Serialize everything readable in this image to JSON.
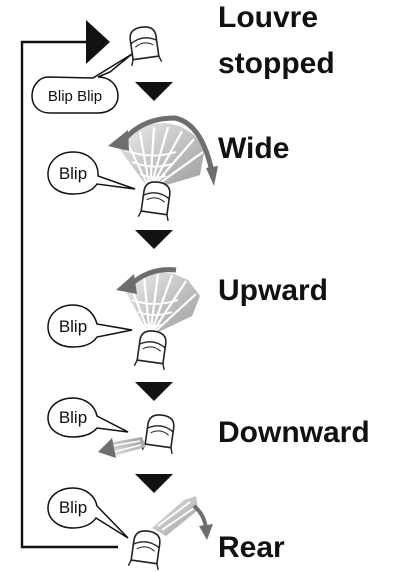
{
  "title": "",
  "steps": [
    {
      "label_line1": "Louvre",
      "label_line2": "stopped",
      "beep": "Blip Blip"
    },
    {
      "label": "Wide",
      "beep": "Blip"
    },
    {
      "label": "Upward",
      "beep": "Blip"
    },
    {
      "label": "Downward",
      "beep": "Blip"
    },
    {
      "label": "Rear",
      "beep": "Blip"
    }
  ],
  "colors": {
    "line": "#111111",
    "fan_light": "#d9d9d9",
    "fan_dark": "#8c8c8c",
    "arrow_gray": "#6e6e6e"
  },
  "icons": [
    "heater-unit-icon",
    "louvre-fan-icon",
    "swing-arrow-icon",
    "flow-arrow-icon",
    "speech-bubble-icon",
    "loop-arrow-icon"
  ]
}
